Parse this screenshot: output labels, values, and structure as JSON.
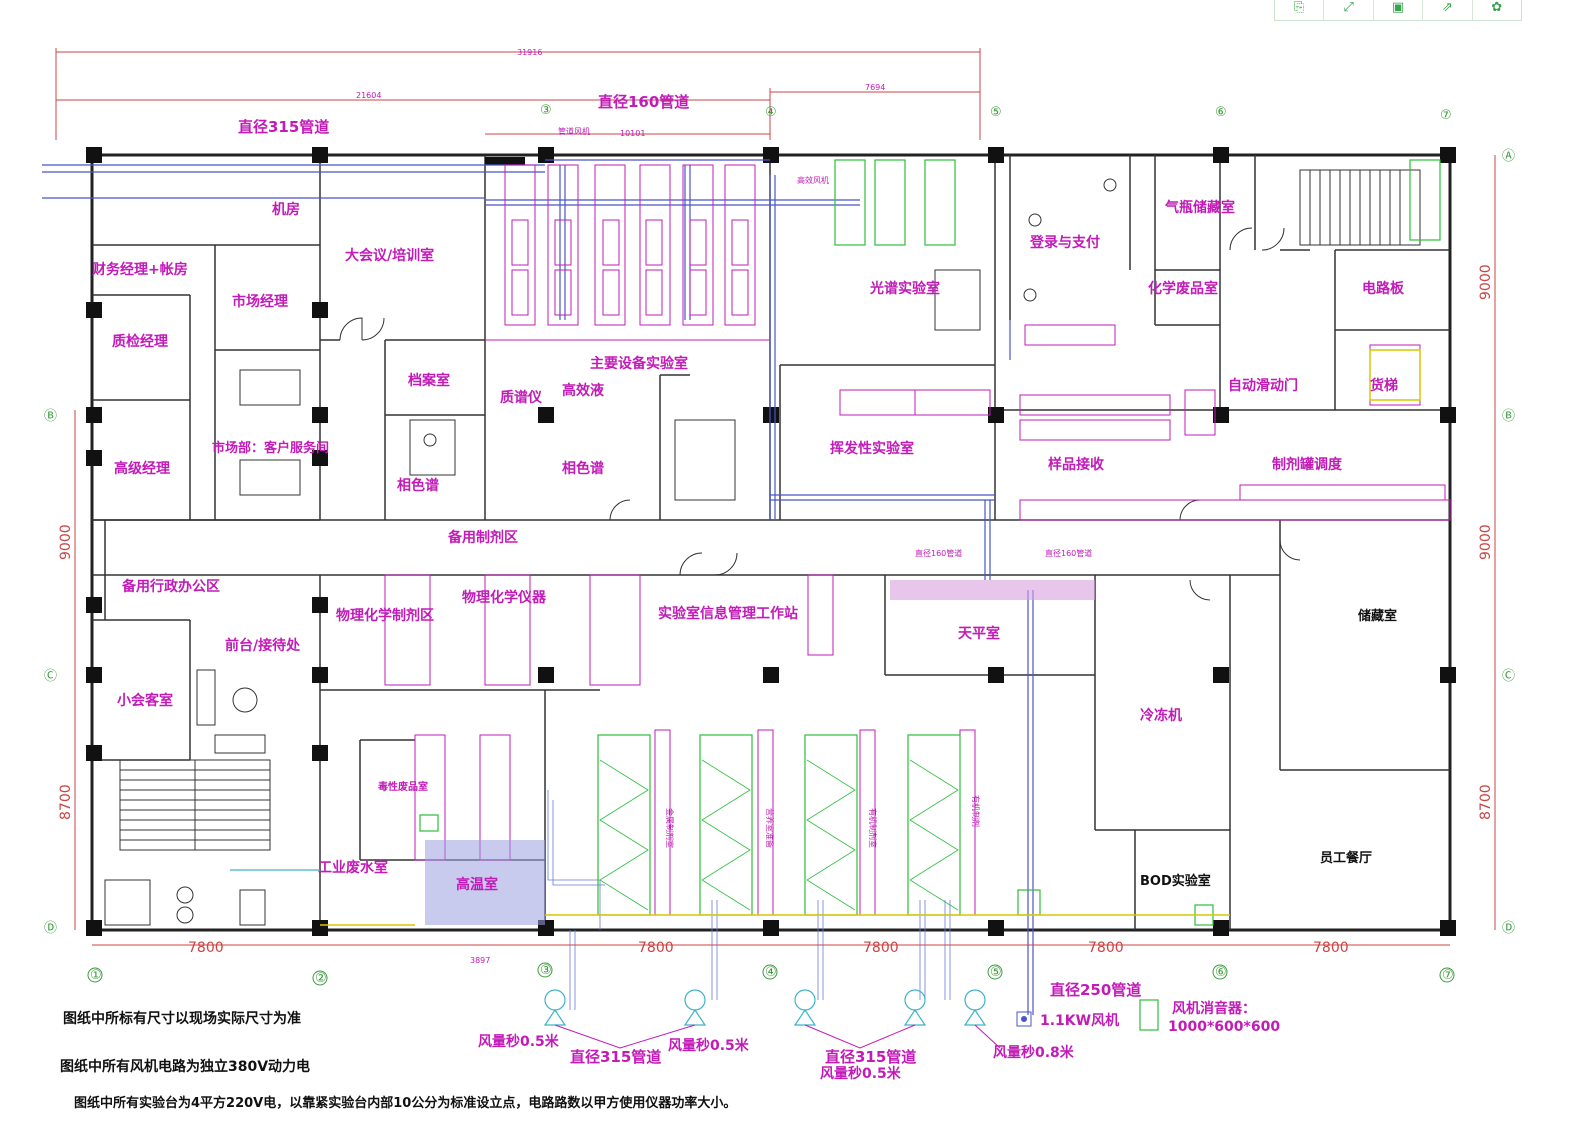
{
  "toolbar": {
    "buttons": [
      {
        "name": "copy-icon",
        "glyph": "⎘"
      },
      {
        "name": "fullscreen-icon",
        "glyph": "⤢"
      },
      {
        "name": "save-icon",
        "glyph": "▣"
      },
      {
        "name": "share-icon",
        "glyph": "⇗"
      },
      {
        "name": "settings-icon",
        "glyph": "✿"
      }
    ]
  },
  "dimensions": {
    "top_total": "31916",
    "top_sub": "21604",
    "top_right": "7694",
    "top_mid": "10101",
    "bay": "7800",
    "left_upper": "9000",
    "left_lower": "9000",
    "left_bottom": "8700",
    "right_upper": "9000",
    "right_middle": "9000",
    "right_bottom": "8700",
    "bottom_sub_a": "3897"
  },
  "pipes": {
    "d315": "直径315管道",
    "d160": "直径160管道",
    "d250": "直径250管道",
    "d315_bottom": "直径315管道",
    "d315_bottom2": "直径315管道",
    "fan_label": "管道风机",
    "high_fan": "高效风机",
    "small_d160_a": "直径160管道",
    "small_d160_b": "直径160管道"
  },
  "rooms": {
    "machine_room": "机房",
    "finance": "财务经理+帐房",
    "market_mgr": "市场经理",
    "big_meeting": "大会议/培训室",
    "qc_mgr": "质检经理",
    "archive": "档案室",
    "senior_mgr": "高级经理",
    "market_dept": "市场部：客户服务间",
    "phase_a": "相色谱",
    "main_lab": "主要设备实验室",
    "mass_spec": "质谱仪",
    "hplc": "高效液",
    "phase_b": "相色谱",
    "spectro": "光谱实验室",
    "volatile": "挥发性实验室",
    "register": "登录与支付",
    "gas_store": "气瓶储藏室",
    "chem_waste": "化学废品室",
    "elec_panel": "电路板",
    "auto_door": "自动滑动门",
    "freight_lift": "货梯",
    "sample_recv": "样品接收",
    "reagent": "制剂罐调度",
    "backup_prep": "备用制剂区",
    "backup_admin": "备用行政办公区",
    "front_desk": "前台/接待处",
    "physchem_prep": "物理化学制剂区",
    "physchem_inst": "物理化学仪器",
    "lab_info": "实验室信息管理工作站",
    "balance": "天平室",
    "storage": "储藏室",
    "small_meeting": "小会客室",
    "freezer": "冷冻机",
    "toxic_waste": "毒性废品室",
    "industrial_waste": "工业废水室",
    "high_temp": "高温室",
    "bod_lab": "BOD实验室",
    "staff_canteen": "员工餐厅",
    "org_prep": "有机制剂室",
    "prep_a": "金属制剂室",
    "prep_b": "营养室准备",
    "prep_c": "有机制剂"
  },
  "axes": {
    "cols": [
      "①",
      "②",
      "③",
      "④",
      "⑤",
      "⑥",
      "⑦"
    ],
    "rows": [
      "Ⓐ",
      "Ⓑ",
      "Ⓒ",
      "Ⓓ"
    ]
  },
  "airflow": {
    "a": "风量秒0.5米",
    "b": "风量秒0.5米",
    "c": "风量秒0.5米",
    "d": "风量秒0.8米"
  },
  "legend": {
    "fan": "1.1KW风机",
    "silencer": "风机消音器：",
    "silencer_size": "1000*600*600"
  },
  "notes": {
    "n1": "图纸中所标有尺寸以现场实际尺寸为准",
    "n2": "图纸中所有风机电路为独立380V动力电",
    "n3": "图纸中所有实验台为4平方220V电，以靠紧实验台内部10公分为标准设立点，电路路数以甲方使用仪器功率大小。"
  },
  "colors": {
    "wall": "#222222",
    "magenta": "#c21bb8",
    "green": "#2bbf3a",
    "blue": "#4a55c8",
    "axis": "#3a9a3a"
  }
}
